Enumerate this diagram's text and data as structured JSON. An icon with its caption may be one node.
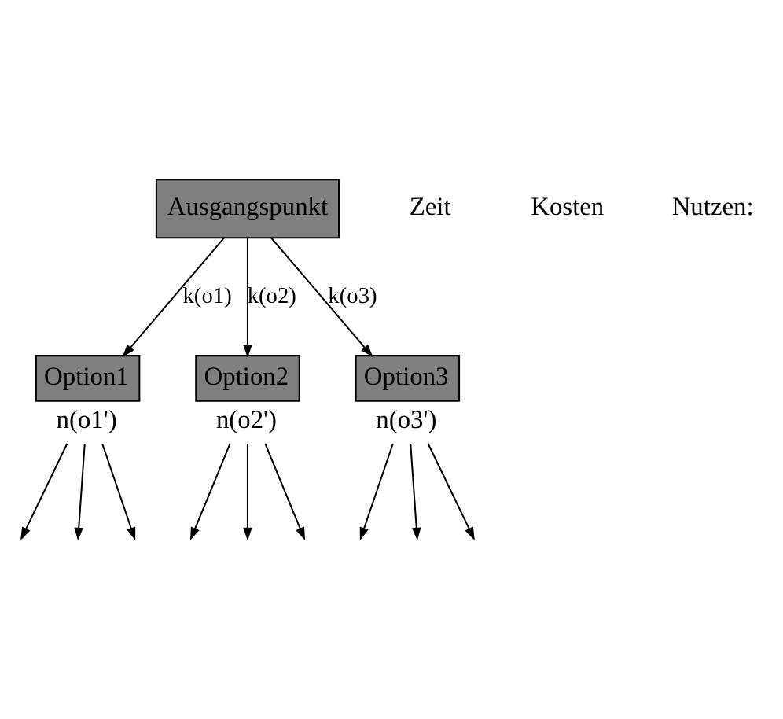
{
  "diagram": {
    "nodes": [
      {
        "text": [
          "Ausgangspunkt"
        ]
      },
      {
        "text": [
          "Option1"
        ],
        "beside": [
          "n(o1')"
        ]
      },
      {
        "text": [
          "Option2"
        ],
        "beside": [
          "n(o2')"
        ]
      },
      {
        "text": [
          "Option3"
        ],
        "beside": [
          "n(o3')"
        ]
      }
    ],
    "edges": [
      {
        "from": 0,
        "to": 1,
        "arrow": "to",
        "label": "k(o1)"
      },
      {
        "from": 0,
        "to": 2,
        "arrow": "to",
        "label": "k(o2)"
      },
      {
        "from": 0,
        "to": 3,
        "arrow": "to",
        "label": "k(o3)"
      },
      {
        "from": 1,
        "to": null,
        "arrow": "to"
      },
      {
        "from": 1,
        "to": null,
        "arrow": "to"
      },
      {
        "from": 1,
        "to": null,
        "arrow": "to"
      },
      {
        "from": 2,
        "to": null,
        "arrow": "to"
      },
      {
        "from": 2,
        "to": null,
        "arrow": "to"
      },
      {
        "from": 2,
        "to": null,
        "arrow": "to"
      },
      {
        "from": 3,
        "to": null,
        "arrow": "to"
      },
      {
        "from": 3,
        "to": null,
        "arrow": "to"
      },
      {
        "from": 3,
        "to": null,
        "arrow": "to"
      }
    ],
    "labels": [
      "Zeit",
      "Kosten",
      "Nutzen:"
    ]
  }
}
